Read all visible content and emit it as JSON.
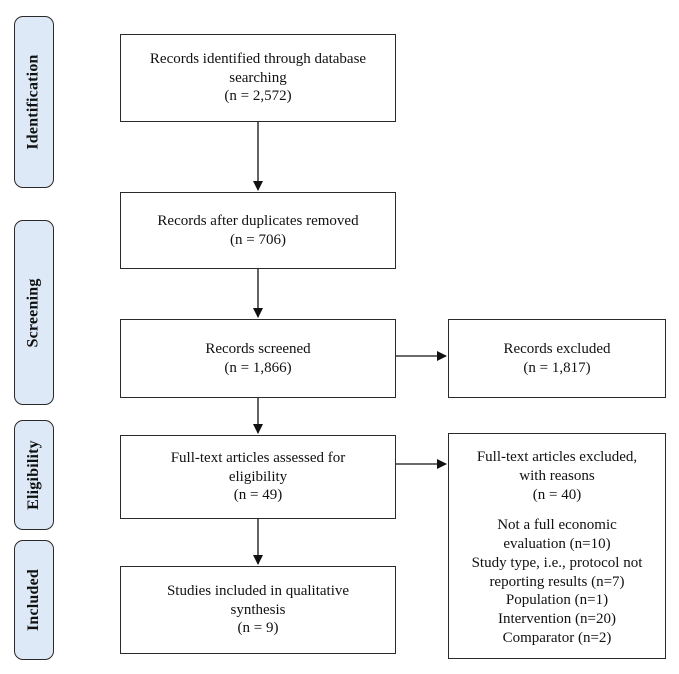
{
  "phases": {
    "identification": "Identification",
    "screening": "Screening",
    "eligibility": "Eligibility",
    "included": "Included"
  },
  "boxes": {
    "identified": {
      "lines": [
        "Records identified through database",
        "searching"
      ],
      "count": "(n = 2,572)"
    },
    "duplicates_removed": {
      "lines": [
        "Records after duplicates removed"
      ],
      "count": "(n = 706)"
    },
    "screened": {
      "lines": [
        "Records screened"
      ],
      "count": "(n = 1,866)"
    },
    "excluded": {
      "lines": [
        "Records excluded"
      ],
      "count": "(n = 1,817)"
    },
    "fulltext_assessed": {
      "lines": [
        "Full-text articles assessed for",
        "eligibility"
      ],
      "count": "(n = 49)"
    },
    "fulltext_excluded": {
      "lines": [
        "Full-text articles excluded,",
        "with reasons"
      ],
      "count": "(n = 40)",
      "reasons": [
        "Not a full economic",
        "evaluation (n=10)",
        "Study type, i.e., protocol not",
        "reporting results (n=7)",
        "Population (n=1)",
        "Intervention (n=20)",
        "Comparator (n=2)"
      ]
    },
    "included": {
      "lines": [
        "Studies included in qualitative",
        "synthesis"
      ],
      "count": "(n = 9)"
    }
  }
}
